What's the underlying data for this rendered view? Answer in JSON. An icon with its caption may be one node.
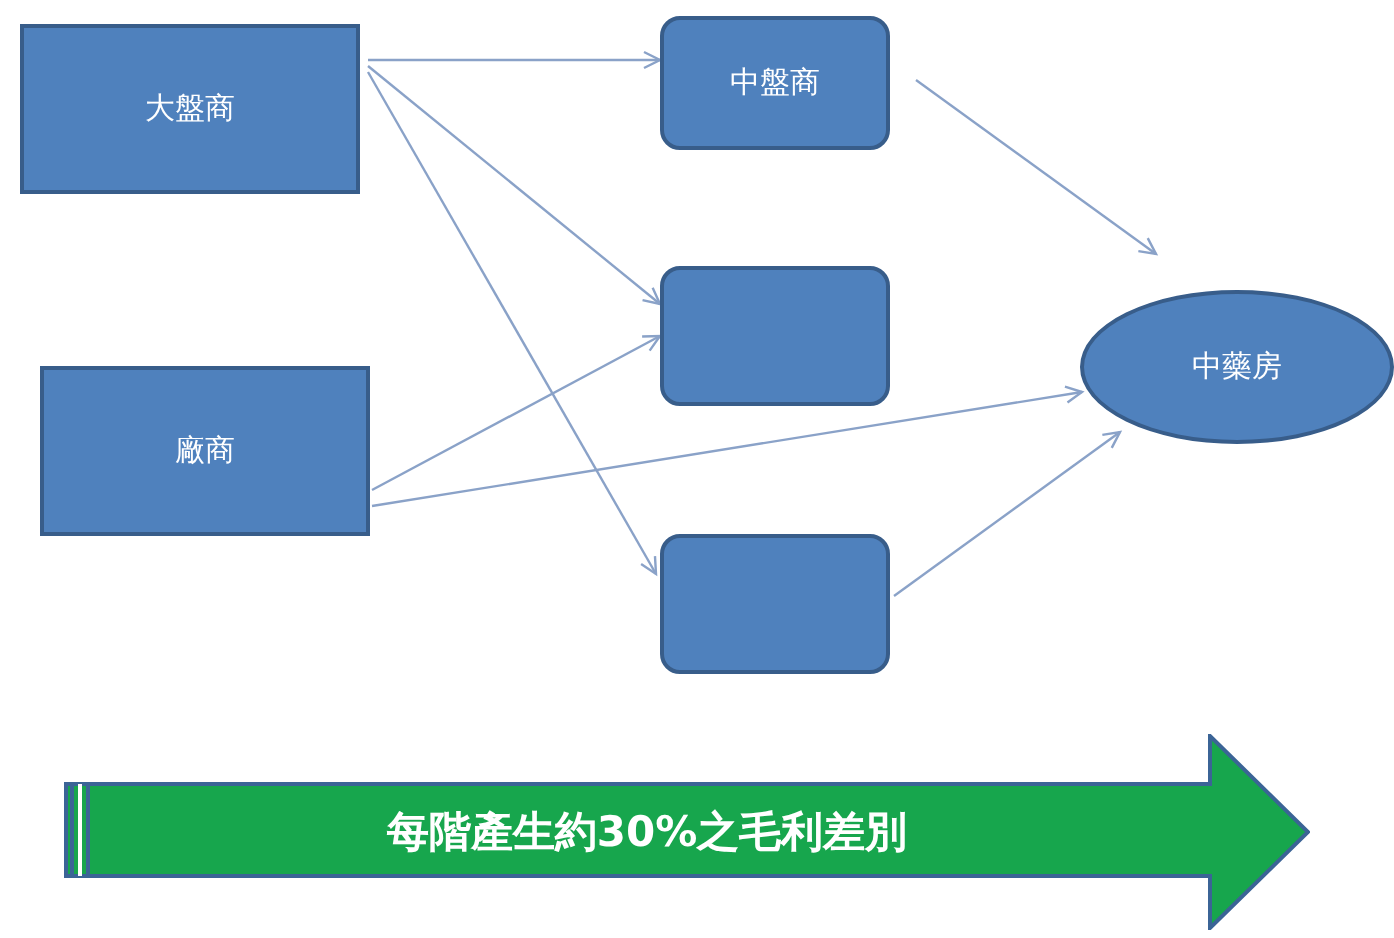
{
  "diagram": {
    "nodes": [
      {
        "text": [
          "大盤商"
        ]
      },
      {
        "text": [
          "中盤商"
        ]
      },
      {
        "text": [],
        "shape": "box"
      },
      {
        "text": [
          "廠商"
        ]
      },
      {
        "text": [],
        "shape": "box"
      },
      {
        "text": [
          "中藥房"
        ]
      },
      {
        "text": [
          "每階產生約30%之毛利差別"
        ]
      }
    ],
    "edges": [
      {
        "from": 0,
        "to": 1,
        "arrow": "to"
      },
      {
        "from": 0,
        "to": 2,
        "arrow": "to"
      },
      {
        "from": 0,
        "to": 4,
        "arrow": "to"
      },
      {
        "from": 3,
        "to": 2,
        "arrow": "to"
      },
      {
        "from": 3,
        "to": 5,
        "arrow": "to"
      },
      {
        "from": 1,
        "to": 5,
        "arrow": "to"
      },
      {
        "from": 4,
        "to": 5,
        "arrow": "to"
      }
    ]
  }
}
